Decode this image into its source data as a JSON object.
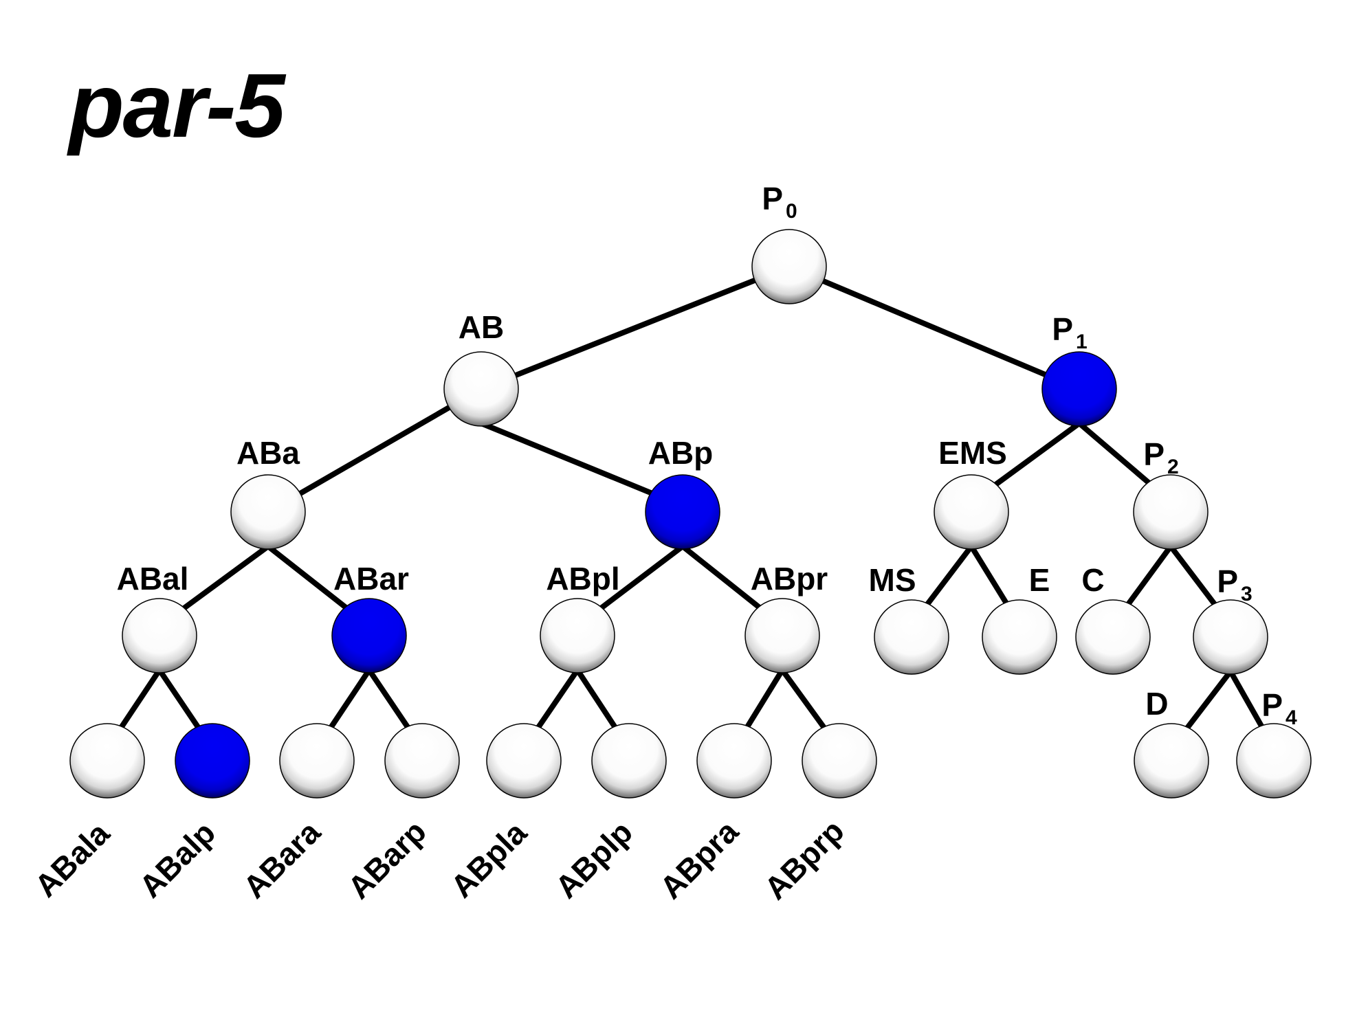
{
  "title": "par-5",
  "colors": {
    "highlight": "#0000f0",
    "normal": "#ffffff",
    "edge": "#000000"
  },
  "legend_meaning": null,
  "nodes": [
    {
      "id": "P0",
      "label": "P",
      "subscript": "0",
      "highlighted": false,
      "parent": null
    },
    {
      "id": "AB",
      "label": "AB",
      "subscript": "",
      "highlighted": false,
      "parent": "P0"
    },
    {
      "id": "P1",
      "label": "P",
      "subscript": "1",
      "highlighted": true,
      "parent": "P0"
    },
    {
      "id": "ABa",
      "label": "ABa",
      "subscript": "",
      "highlighted": false,
      "parent": "AB"
    },
    {
      "id": "ABp",
      "label": "ABp",
      "subscript": "",
      "highlighted": true,
      "parent": "AB"
    },
    {
      "id": "EMS",
      "label": "EMS",
      "subscript": "",
      "highlighted": false,
      "parent": "P1"
    },
    {
      "id": "P2",
      "label": "P",
      "subscript": "2",
      "highlighted": false,
      "parent": "P1"
    },
    {
      "id": "ABal",
      "label": "ABal",
      "subscript": "",
      "highlighted": false,
      "parent": "ABa"
    },
    {
      "id": "ABar",
      "label": "ABar",
      "subscript": "",
      "highlighted": true,
      "parent": "ABa"
    },
    {
      "id": "ABpl",
      "label": "ABpl",
      "subscript": "",
      "highlighted": false,
      "parent": "ABp"
    },
    {
      "id": "ABpr",
      "label": "ABpr",
      "subscript": "",
      "highlighted": false,
      "parent": "ABp"
    },
    {
      "id": "MS",
      "label": "MS",
      "subscript": "",
      "highlighted": false,
      "parent": "EMS"
    },
    {
      "id": "E",
      "label": "E",
      "subscript": "",
      "highlighted": false,
      "parent": "EMS"
    },
    {
      "id": "C",
      "label": "C",
      "subscript": "",
      "highlighted": false,
      "parent": "P2"
    },
    {
      "id": "P3",
      "label": "P",
      "subscript": "3",
      "highlighted": false,
      "parent": "P2"
    },
    {
      "id": "ABala",
      "label": "ABala",
      "subscript": "",
      "highlighted": false,
      "parent": "ABal"
    },
    {
      "id": "ABalp",
      "label": "ABalp",
      "subscript": "",
      "highlighted": true,
      "parent": "ABal"
    },
    {
      "id": "ABara",
      "label": "ABara",
      "subscript": "",
      "highlighted": false,
      "parent": "ABar"
    },
    {
      "id": "ABarp",
      "label": "ABarp",
      "subscript": "",
      "highlighted": false,
      "parent": "ABar"
    },
    {
      "id": "ABpla",
      "label": "ABpla",
      "subscript": "",
      "highlighted": false,
      "parent": "ABpl"
    },
    {
      "id": "ABplp",
      "label": "ABplp",
      "subscript": "",
      "highlighted": false,
      "parent": "ABpl"
    },
    {
      "id": "ABpra",
      "label": "ABpra",
      "subscript": "",
      "highlighted": false,
      "parent": "ABpr"
    },
    {
      "id": "ABprp",
      "label": "ABprp",
      "subscript": "",
      "highlighted": false,
      "parent": "ABpr"
    },
    {
      "id": "D",
      "label": "D",
      "subscript": "",
      "highlighted": false,
      "parent": "P3"
    },
    {
      "id": "P4",
      "label": "P",
      "subscript": "4",
      "highlighted": false,
      "parent": "P3"
    }
  ]
}
